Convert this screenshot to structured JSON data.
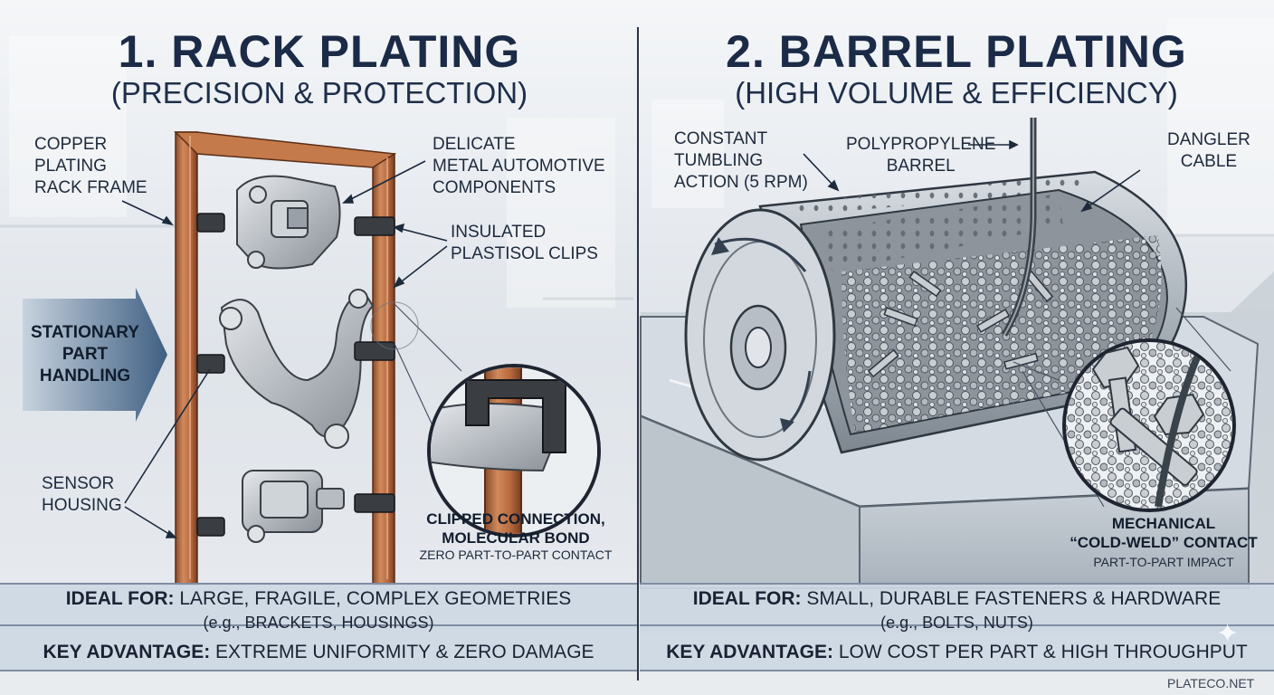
{
  "rack": {
    "title": "1. RACK PLATING",
    "subtitle": "(PRECISION & PROTECTION)",
    "labels": {
      "rack_frame": "COPPER\nPLATING\nRACK FRAME",
      "components": "DELICATE\nMETAL AUTOMOTIVE\nCOMPONENTS",
      "clips": "INSULATED\nPLASTISOL CLIPS",
      "handling": "STATIONARY\nPART\nHANDLING",
      "sensor": "SENSOR\nHOUSING"
    },
    "callout": {
      "title": "CLIPPED CONNECTION,\nMOLECULAR BOND",
      "note": "ZERO PART-TO-PART CONTACT"
    },
    "ideal_label": "IDEAL FOR:",
    "ideal_text": "LARGE, FRAGILE, COMPLEX GEOMETRIES",
    "ideal_example": "(e.g., BRACKETS, HOUSINGS)",
    "advantage_label": "KEY ADVANTAGE:",
    "advantage_text": "EXTREME UNIFORMITY & ZERO DAMAGE"
  },
  "barrel": {
    "title": "2. BARREL PLATING",
    "subtitle": "(HIGH VOLUME & EFFICIENCY)",
    "labels": {
      "tumbling": "CONSTANT\nTUMBLING\nACTION (5 RPM)",
      "barrel": "POLYPROPYLENE\nBARREL",
      "cable": "DANGLER\nCABLE"
    },
    "callout": {
      "title": "MECHANICAL\n“COLD-WELD” CONTACT",
      "note": "PART-TO-PART IMPACT"
    },
    "ideal_label": "IDEAL FOR:",
    "ideal_text": "SMALL, DURABLE FASTENERS & HARDWARE",
    "ideal_example": "(e.g., BOLTS, NUTS)",
    "advantage_label": "KEY ADVANTAGE:",
    "advantage_text": "LOW COST PER PART & HIGH THROUGHPUT"
  },
  "footer": {
    "site": "PLATECO.NET"
  },
  "colors": {
    "navy": "#1b2b47",
    "copper": "#b8693f",
    "clip": "#3a3d42",
    "band": "#cdd8e4",
    "arrow": "#4d6a8a"
  },
  "icons": [
    "sparkle-icon"
  ]
}
